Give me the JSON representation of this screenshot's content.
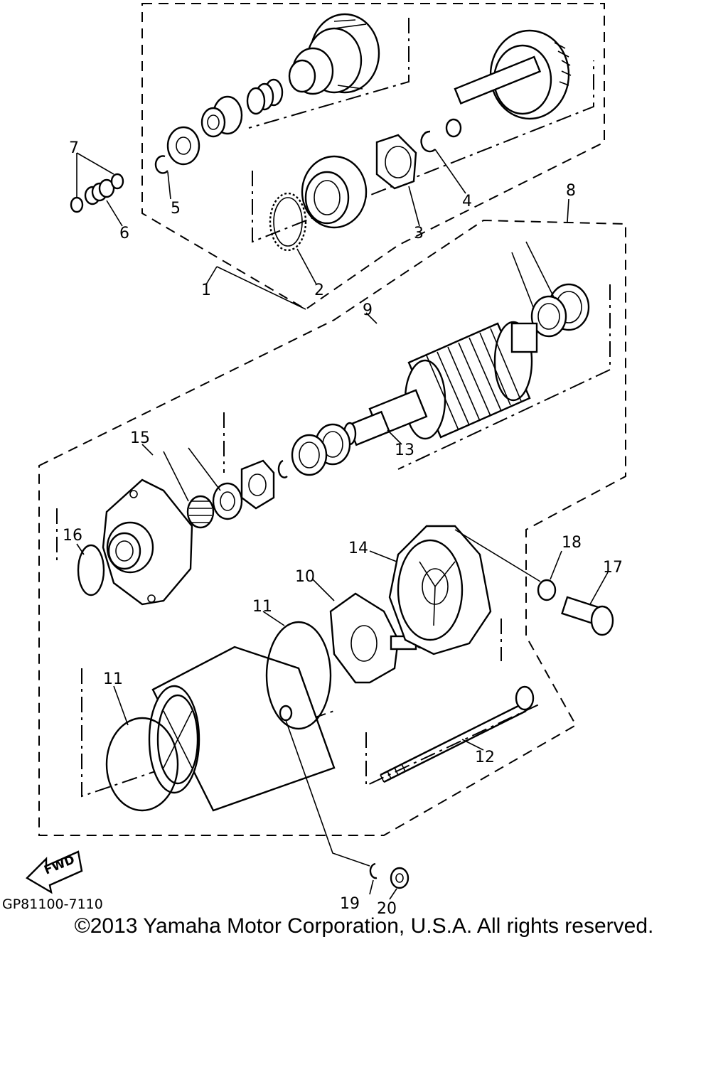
{
  "diagram": {
    "callouts": [
      "1",
      "2",
      "3",
      "4",
      "5",
      "6",
      "7",
      "8",
      "9",
      "10",
      "11",
      "11",
      "12",
      "13",
      "14",
      "15",
      "16",
      "17",
      "18",
      "19",
      "20"
    ],
    "fwd_label": "FWD",
    "drawing_code": "GP81100-7110"
  },
  "footer": {
    "copyright": "©2013 Yamaha Motor Corporation, U.S.A. All rights reserved."
  }
}
